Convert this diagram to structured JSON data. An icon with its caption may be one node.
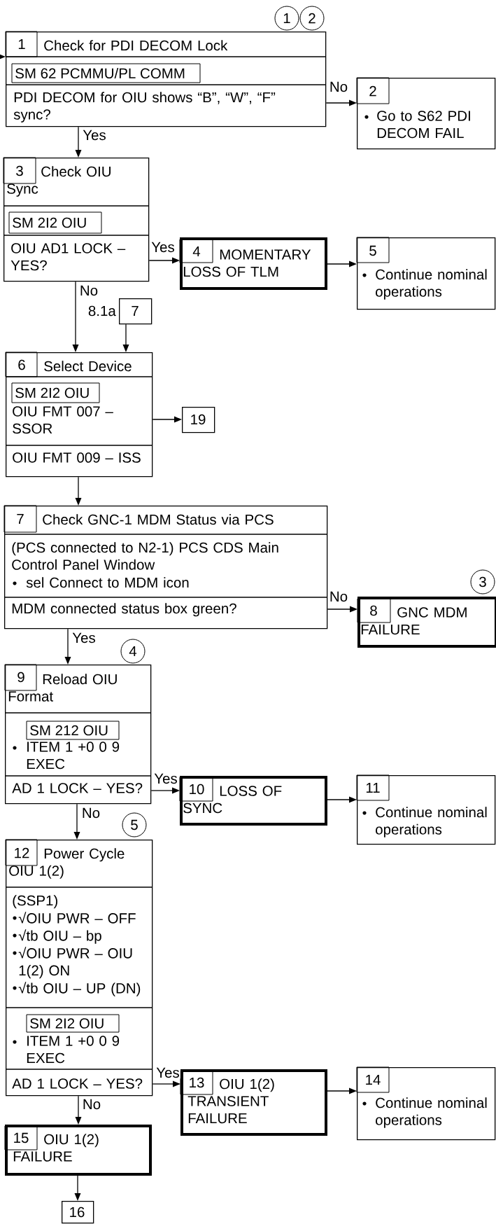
{
  "diagram": {
    "nodes": [
      {
        "text": [
          "1",
          "Check for PDI DECOM Lock",
          "SM 62 PCMMU/PL COMM",
          "PDI DECOM for OIU shows “B”, “W”, “F” sync?"
        ],
        "beside": [
          "1",
          "2"
        ]
      },
      {
        "text": [
          "2",
          "Go to S62 PDI DECOM FAIL"
        ]
      },
      {
        "text": [
          "3",
          "Check OIU Sync",
          "SM 2I2 OIU",
          "OIU AD1 LOCK – YES?"
        ]
      },
      {
        "text": [
          "4",
          "MOMENTARY LOSS OF TLM"
        ]
      },
      {
        "text": [
          "5",
          "Continue nominal operations"
        ]
      },
      {
        "text": [
          "7"
        ],
        "beside": [
          "8.1a"
        ]
      },
      {
        "text": [
          "6",
          "Select Device",
          "SM 2I2 OIU",
          "OIU FMT 007 – SSOR",
          "OIU FMT 009 – ISS"
        ]
      },
      {
        "text": [
          "19"
        ]
      },
      {
        "text": [
          "7",
          "Check GNC-1 MDM Status via PCS",
          "(PCS connected to N2-1) PCS CDS Main Control Panel Window",
          "sel Connect to MDM icon",
          "MDM connected status box green?"
        ]
      },
      {
        "text": [
          "8",
          "GNC MDM FAILURE"
        ],
        "beside": [
          "3"
        ]
      },
      {
        "text": [
          "9",
          "Reload OIU Format",
          "SM 212 OIU",
          "ITEM 1 +0 0 9 EXEC",
          "AD 1 LOCK – YES?"
        ],
        "beside": [
          "4"
        ]
      },
      {
        "text": [
          "10",
          "LOSS OF SYNC"
        ]
      },
      {
        "text": [
          "11",
          "Continue nominal operations"
        ]
      },
      {
        "text": [
          "12",
          "Power Cycle OIU 1(2)",
          "(SSP1)",
          "√OIU PWR – OFF",
          "√tb OIU – bp",
          "√OIU PWR – OIU 1(2) ON",
          "√tb OIU – UP (DN)",
          "SM 2I2 OIU",
          "ITEM 1 +0 0 9 EXEC",
          "AD 1 LOCK – YES?"
        ],
        "beside": [
          "5"
        ]
      },
      {
        "text": [
          "13",
          "OIU 1(2) TRANSIENT FAILURE"
        ]
      },
      {
        "text": [
          "14",
          "Continue nominal operations"
        ]
      },
      {
        "text": [
          "15",
          "OIU 1(2) FAILURE"
        ]
      },
      {
        "text": [
          "16"
        ]
      }
    ],
    "edges": [
      {
        "from": null,
        "to": 0,
        "arrow": "to"
      },
      {
        "from": 0,
        "to": 1,
        "arrow": "to",
        "label": "No"
      },
      {
        "from": 0,
        "to": 2,
        "arrow": "to",
        "label": "Yes"
      },
      {
        "from": 2,
        "to": 3,
        "arrow": "to",
        "label": "Yes"
      },
      {
        "from": 3,
        "to": 4,
        "arrow": "to"
      },
      {
        "from": 2,
        "to": 6,
        "arrow": "to",
        "label": "No"
      },
      {
        "from": 5,
        "to": 6,
        "arrow": "to"
      },
      {
        "from": 6,
        "to": 7,
        "arrow": "to"
      },
      {
        "from": 6,
        "to": 8,
        "arrow": "to"
      },
      {
        "from": 8,
        "to": 9,
        "arrow": "to",
        "label": "No"
      },
      {
        "from": 8,
        "to": 10,
        "arrow": "to",
        "label": "Yes"
      },
      {
        "from": 10,
        "to": 11,
        "arrow": "to",
        "label": "Yes"
      },
      {
        "from": 11,
        "to": 12,
        "arrow": "to"
      },
      {
        "from": 10,
        "to": 13,
        "arrow": "to",
        "label": "No"
      },
      {
        "from": 13,
        "to": 14,
        "arrow": "to",
        "label": "Yes"
      },
      {
        "from": 14,
        "to": 15,
        "arrow": "to"
      },
      {
        "from": 13,
        "to": 16,
        "arrow": "to",
        "label": "No"
      },
      {
        "from": 16,
        "to": 17,
        "arrow": "to"
      }
    ]
  }
}
